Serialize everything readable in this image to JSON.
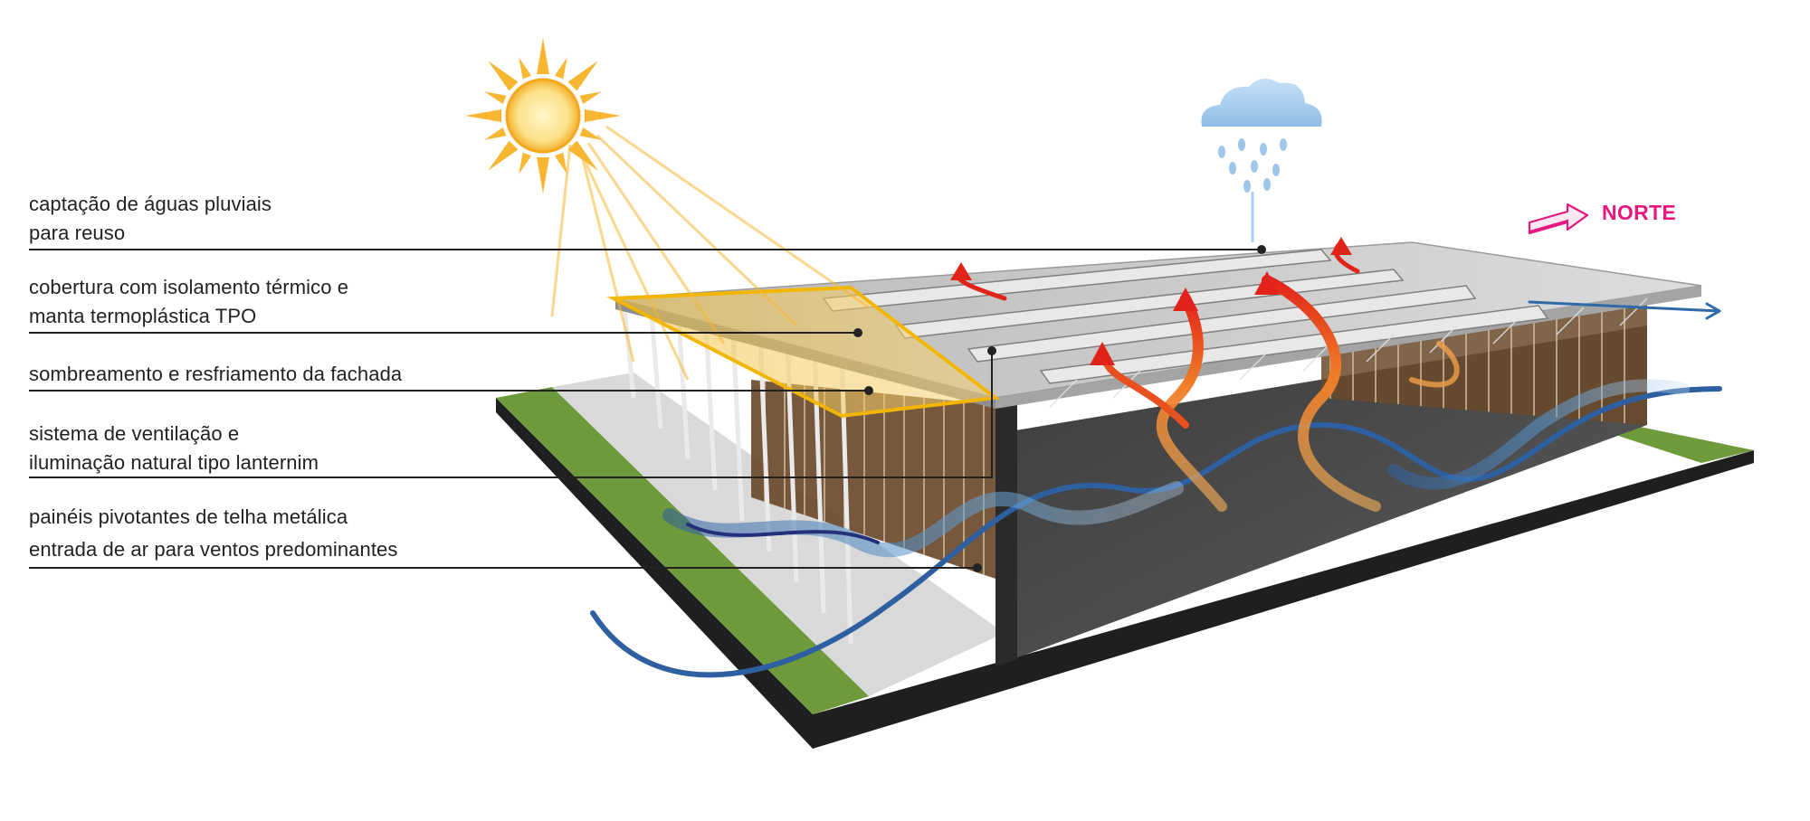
{
  "callouts": [
    {
      "line1": "captação de águas pluviais",
      "line2": "para reuso"
    },
    {
      "line1": "cobertura com isolamento térmico e",
      "line2": "manta termoplástica TPO"
    },
    {
      "line1": "sombreamento  e resfriamento da fachada",
      "line2": ""
    },
    {
      "line1": "sistema de ventilação  e",
      "line2": "iluminação natural tipo lanternim"
    },
    {
      "line1": "painéis pivotantes de telha metálica",
      "line2": ""
    },
    {
      "line1": "entrada de ar para ventos predominantes",
      "line2": ""
    }
  ],
  "north_label": "NORTE",
  "colors": {
    "leader_line": "#222222",
    "north": "#e6177f",
    "grass": "#6e9a3c",
    "slab": "#222222",
    "floor": "#4a4a4a",
    "roof": "#c9c9c9",
    "wood_panels": "#6b4a2b",
    "shading_panel": "#f3c230",
    "sun": "#f7b733",
    "cold_air": "#2e6aa8",
    "hot_air": "#e8501f",
    "rain": "#8fc0ea"
  },
  "icons": {
    "sun": "sun-icon",
    "cloud": "rain-cloud-icon",
    "north": "north-arrow-icon"
  }
}
